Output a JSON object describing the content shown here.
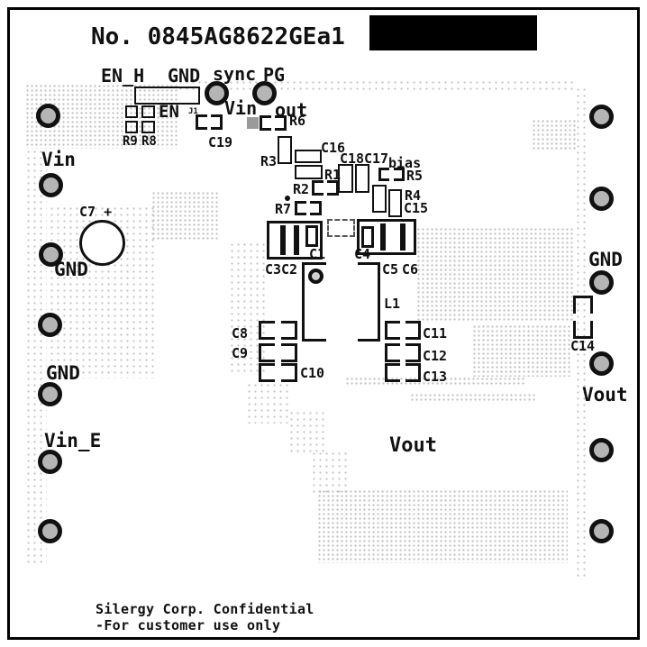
{
  "title": "No. 0845AG8622GEa1",
  "footer": {
    "line1": "Silergy Corp. Confidential",
    "line2": "-For customer use only"
  },
  "ports": {
    "en_h": "EN_H",
    "gnd_top": "GND",
    "sync": "sync",
    "pg": "PG",
    "vin_top": "Vin",
    "out_top": "out",
    "vin_left": "Vin",
    "gnd_left_1": "GND",
    "gnd_left_2": "GND",
    "vin_e": "Vin_E",
    "gnd_right": "GND",
    "vout_right": "Vout",
    "vout_center": "Vout"
  },
  "refs": {
    "J1": "J1",
    "EN": "EN",
    "R9": "R9",
    "R8": "R8",
    "C19": "C19",
    "R6": "R6",
    "R3": "R3",
    "C16": "C16",
    "C18": "C18",
    "C17": "C17",
    "bias": "bias",
    "R5": "R5",
    "R1": "R1",
    "R2": "R2",
    "R4": "R4",
    "C15": "C15",
    "R7": "R7",
    "C1": "C1",
    "C2": "C2",
    "C3": "C3",
    "C4": "C4",
    "C5": "C5",
    "C6": "C6",
    "C7": "C7 +",
    "C8": "C8",
    "C9": "C9",
    "C10": "C10",
    "C11": "C11",
    "C12": "C12",
    "C13": "C13",
    "C14": "C14",
    "L1": "L1"
  },
  "colors": {
    "silkscreen": "#111111",
    "board": "#ffffff",
    "pad_hole": "#b5b5b5",
    "via_field_dots": "#bdbdbd",
    "redaction": "#000000"
  }
}
